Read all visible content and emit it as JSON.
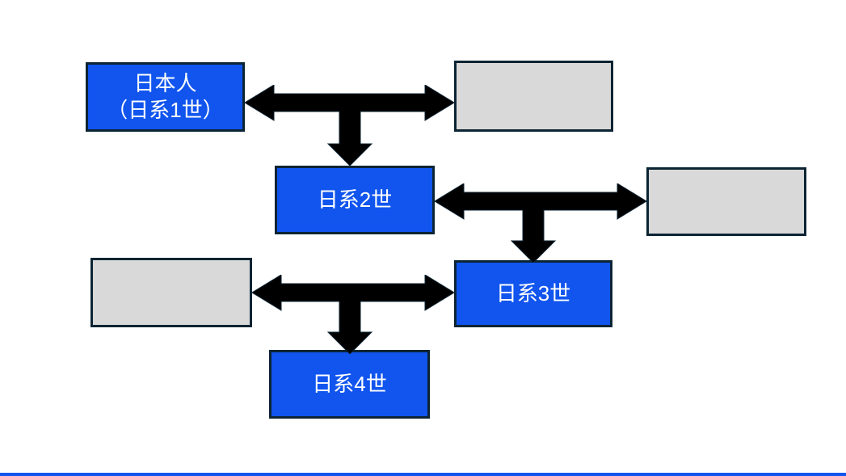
{
  "slide": {
    "background_color": "#ffffff",
    "footer_bar_color": "#1155ee"
  },
  "colors": {
    "box_blue_fill": "#1155ee",
    "box_gray_fill": "#d9d9d9",
    "box_border_dark": "#0c2433",
    "arrow_black": "#000000",
    "text_white": "#ffffff"
  },
  "boxes": {
    "gen1": {
      "line1": "日本人",
      "line2": "（日系1世）"
    },
    "gen2": {
      "label": "日系2世"
    },
    "gen3": {
      "label": "日系3世"
    },
    "gen4": {
      "label": "日系4世"
    },
    "spouse1": {
      "label": ""
    },
    "spouse2": {
      "label": ""
    },
    "spouse3": {
      "label": ""
    }
  },
  "icons": {
    "arrow_1": "double-headed-marriage-arrow-with-descent-branch",
    "arrow_2": "double-headed-marriage-arrow-with-descent-branch",
    "arrow_3": "double-headed-marriage-arrow-with-descent-branch"
  }
}
